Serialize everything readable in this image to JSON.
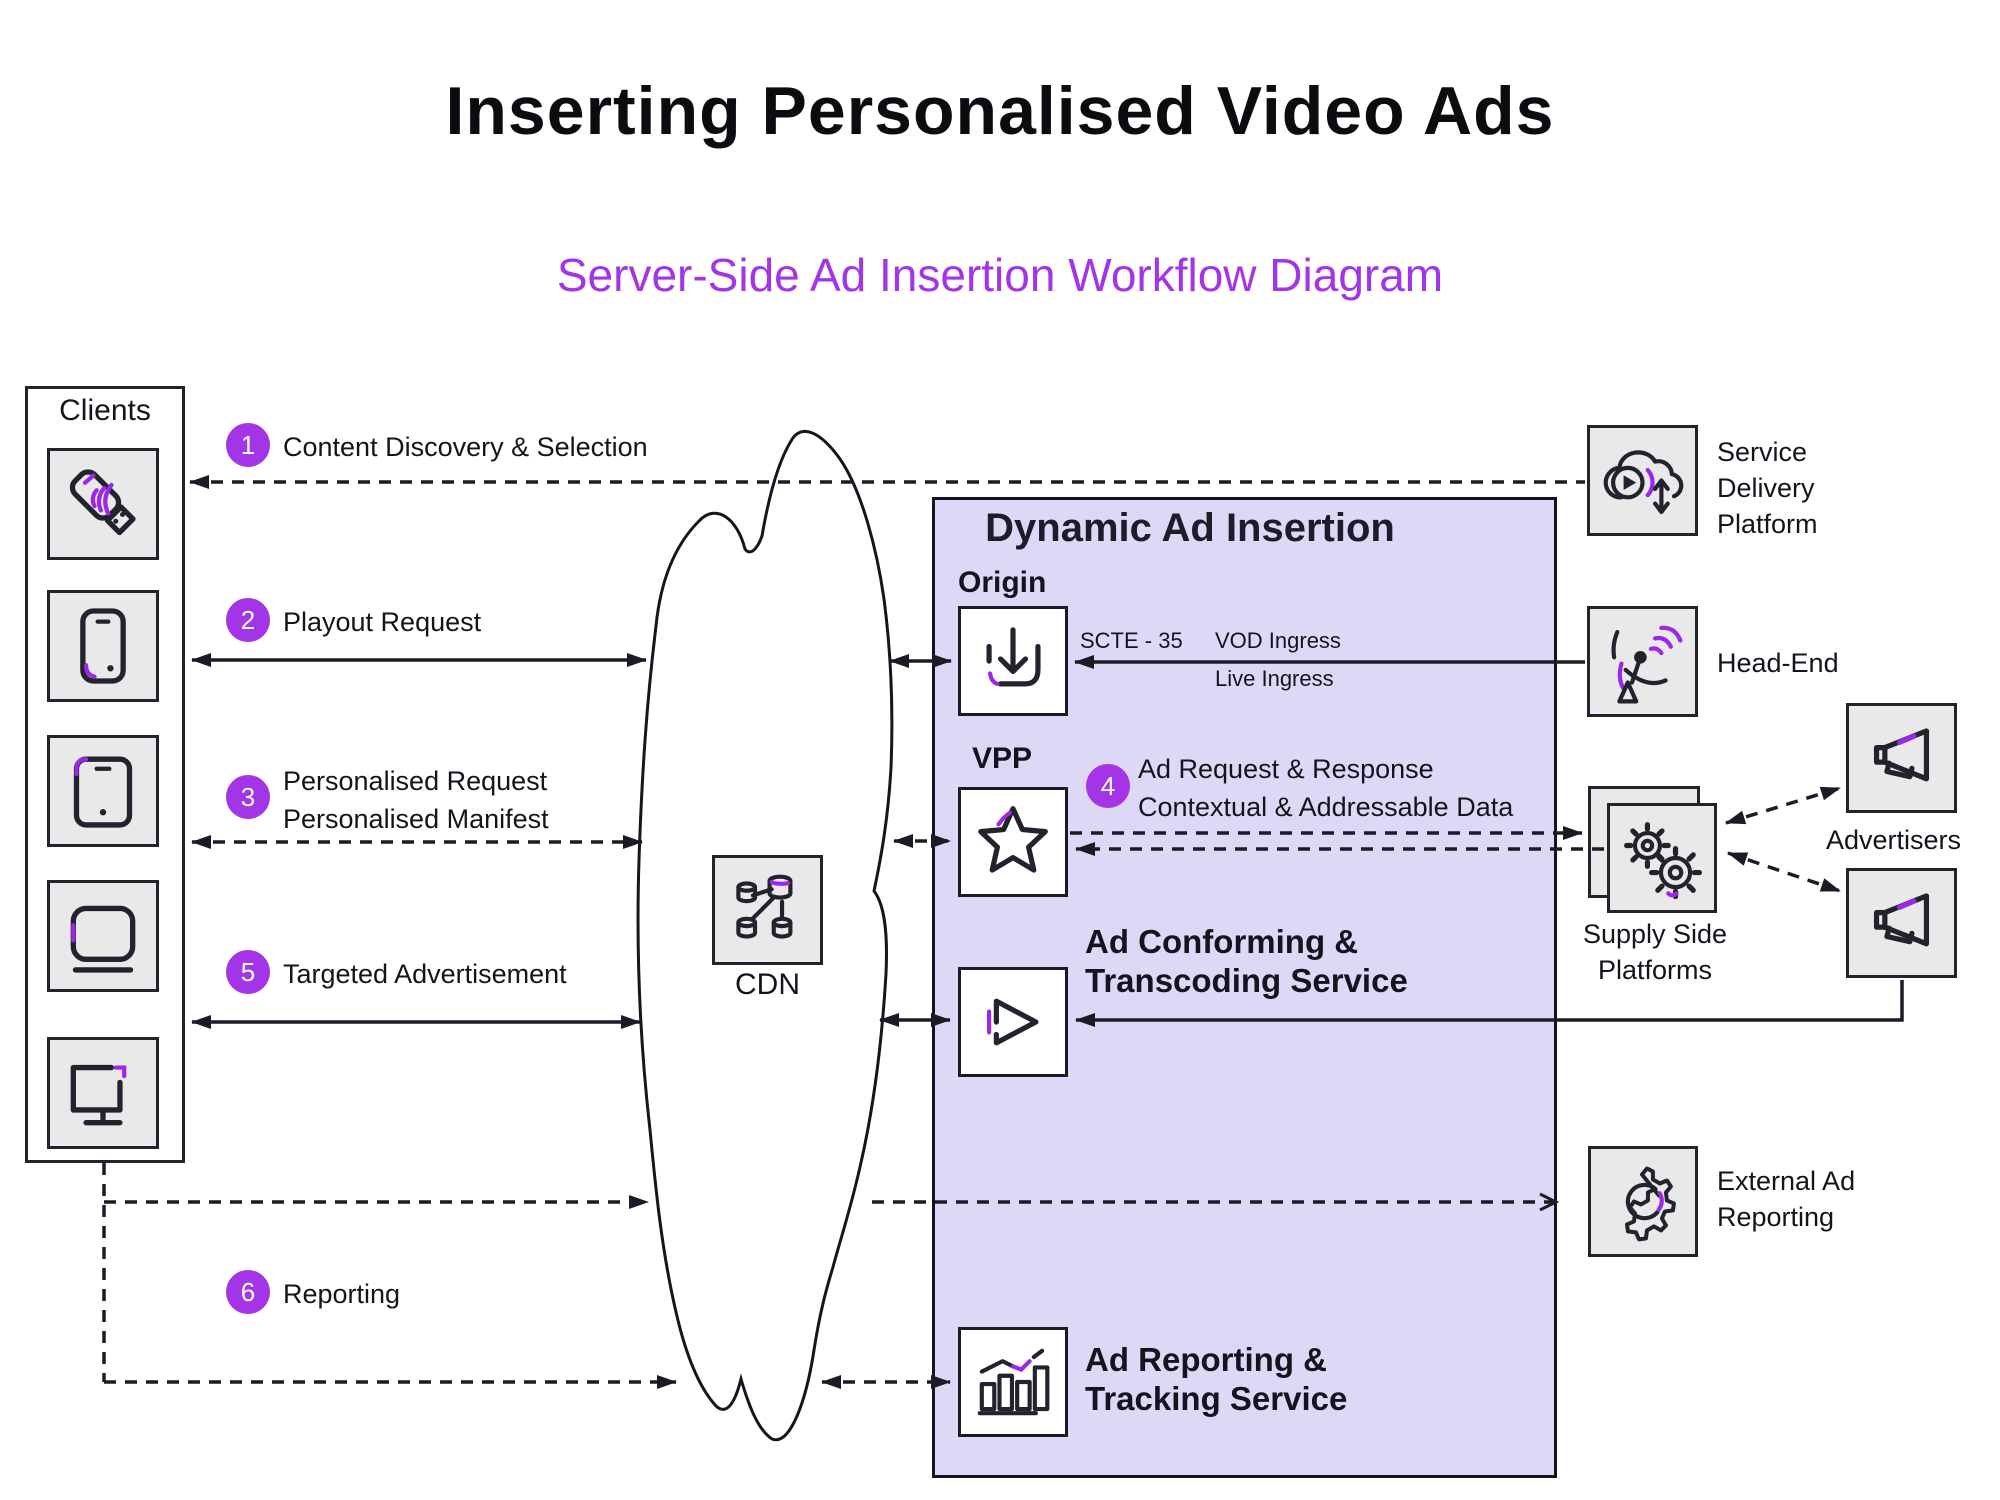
{
  "title": "Inserting Personalised Video Ads",
  "subtitle": "Server-Side Ad Insertion Workflow Diagram",
  "colors": {
    "accent": "#a435e6",
    "panel": "#ded8f7",
    "ink": "#1b1b26",
    "tile": "#e9e9ea",
    "purple_icon": "#9c27e8"
  },
  "clients": {
    "label": "Clients",
    "devices": [
      "usb-streaming-stick",
      "smartphone",
      "tablet",
      "smart-tv",
      "desktop-monitor"
    ]
  },
  "steps": [
    {
      "num": "1",
      "lines": [
        "Content Discovery & Selection"
      ]
    },
    {
      "num": "2",
      "lines": [
        "Playout Request"
      ]
    },
    {
      "num": "3",
      "lines": [
        "Personalised Request",
        "Personalised Manifest"
      ]
    },
    {
      "num": "4",
      "lines": [
        "Ad Request & Response",
        "Contextual & Addressable Data"
      ]
    },
    {
      "num": "5",
      "lines": [
        "Targeted Advertisement"
      ]
    },
    {
      "num": "6",
      "lines": [
        "Reporting"
      ]
    }
  ],
  "cdn": {
    "label": "CDN"
  },
  "dai": {
    "title": "Dynamic Ad Insertion",
    "origin": "Origin",
    "vpp": "VPP",
    "scte": "SCTE - 35",
    "vod": "VOD Ingress",
    "live": "Live Ingress",
    "conforming": [
      "Ad Conforming &",
      "Transcoding Service"
    ],
    "tracking": [
      "Ad Reporting &",
      "Tracking Service"
    ]
  },
  "right": {
    "sdp": [
      "Service",
      "Delivery",
      "Platform"
    ],
    "head_end": "Head-End",
    "ssp": [
      "Supply Side",
      "Platforms"
    ],
    "advertisers": "Advertisers",
    "external": [
      "External Ad",
      "Reporting"
    ]
  }
}
